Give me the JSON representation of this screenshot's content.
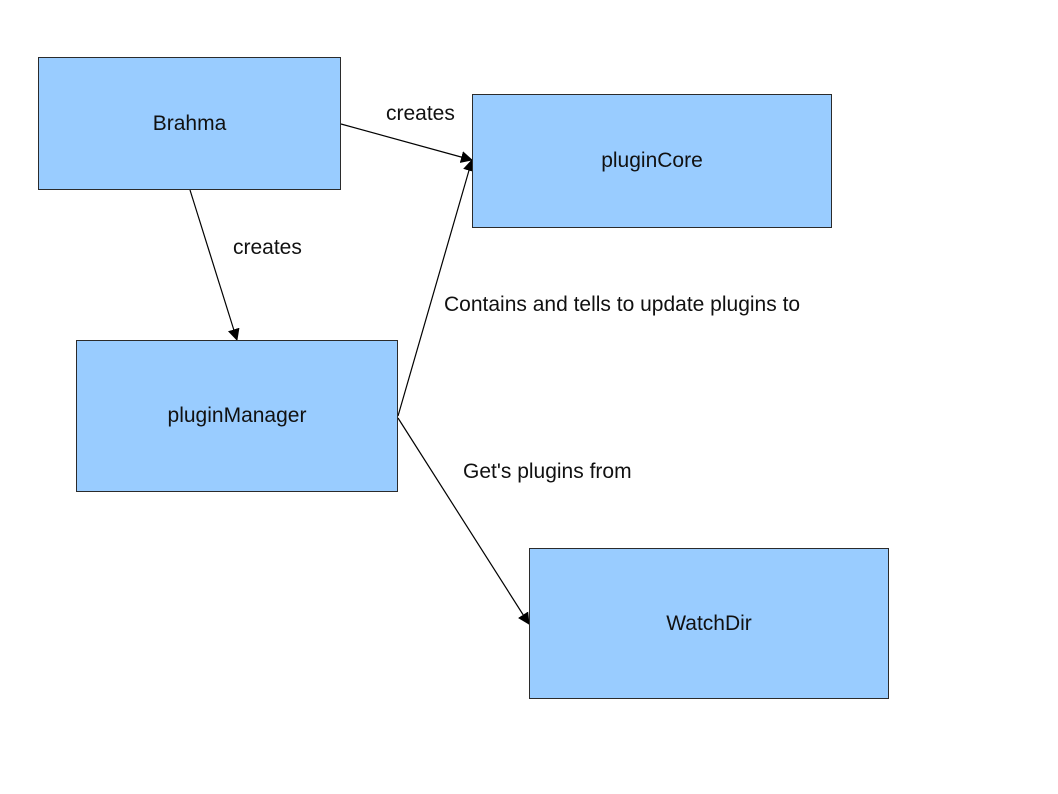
{
  "colors": {
    "node_fill": "#99ccff",
    "node_border": "#2b2b2b",
    "edge": "#000000",
    "text": "#111111"
  },
  "nodes": {
    "brahma": "Brahma",
    "plugin_core": "pluginCore",
    "plugin_manager": "pluginManager",
    "watch_dir": "WatchDir"
  },
  "edges": {
    "brahma_to_plugin_core": "creates",
    "brahma_to_plugin_manager": "creates",
    "plugin_manager_to_plugin_core": "Contains and tells to update plugins to",
    "plugin_manager_to_watch_dir": "Get's plugins from"
  }
}
